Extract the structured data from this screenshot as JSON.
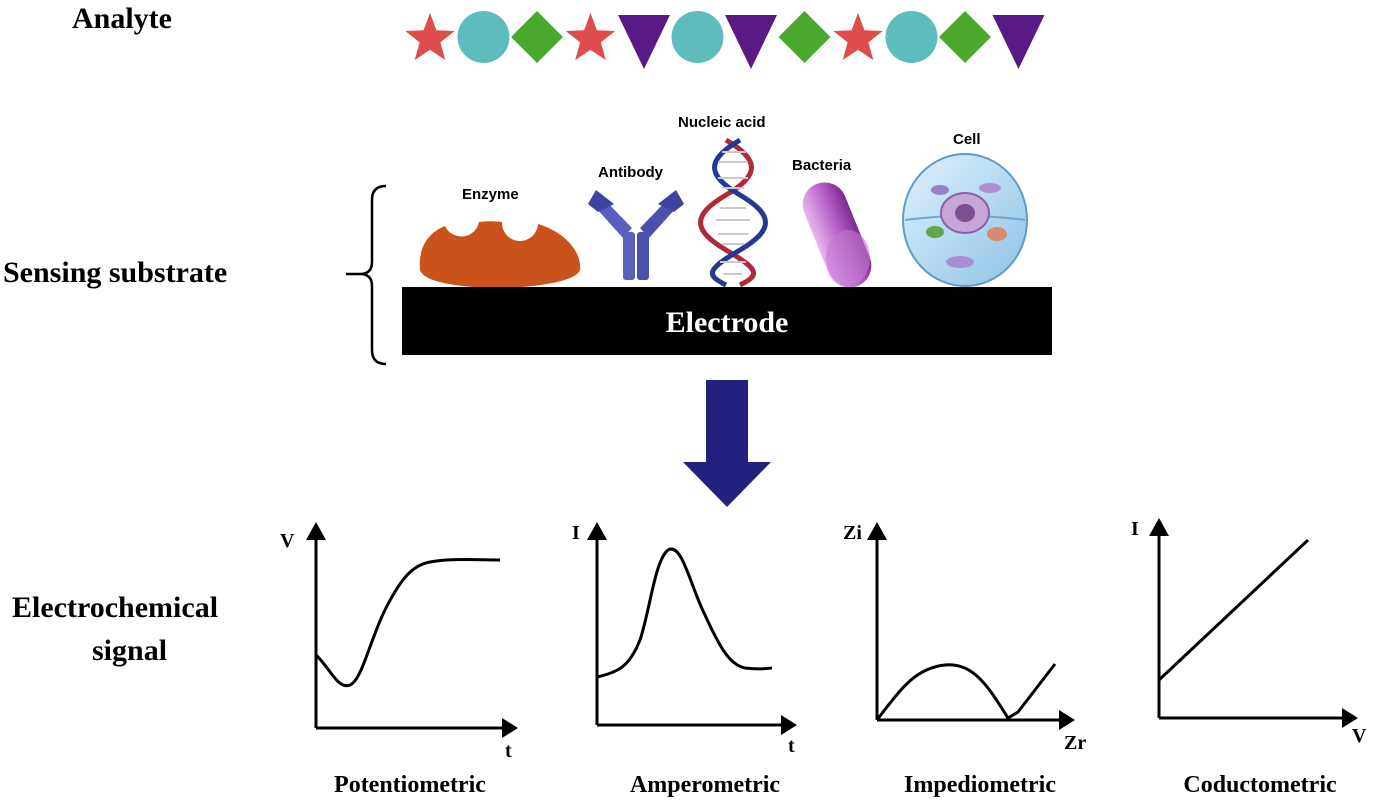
{
  "row_labels": {
    "analyte": "Analyte",
    "sensing_substrate": "Sensing substrate",
    "electrochemical_signal_line1": "Electrochemical",
    "electrochemical_signal_line2": "signal"
  },
  "electrode": {
    "label": "Electrode"
  },
  "bioreceptors": [
    {
      "label": "Enzyme"
    },
    {
      "label": "Antibody"
    },
    {
      "label": "Nucleic acid"
    },
    {
      "label": "Bacteria"
    },
    {
      "label": "Cell"
    }
  ],
  "analyte_shapes": [
    "star",
    "circle",
    "diamond",
    "star",
    "triangle",
    "circle",
    "triangle",
    "diamond",
    "star",
    "circle",
    "diamond",
    "triangle"
  ],
  "colors": {
    "star": "#e04b4b",
    "circle": "#5fbcbc",
    "diamond": "#4aa82e",
    "triangle": "#5a1a86",
    "enzyme": "#c9531b",
    "antibody": "#4b4fae",
    "bacteria": "#b35ac4",
    "arrow": "#232080",
    "electrode": "#000000"
  },
  "plots": [
    {
      "title": "Potentiometric",
      "y_label": "V",
      "x_label": "t"
    },
    {
      "title": "Amperometric",
      "y_label": "I",
      "x_label": "t"
    },
    {
      "title": "Impediometric",
      "y_label": "Zi",
      "x_label": "Zr"
    },
    {
      "title": "Coductometric",
      "y_label": "I",
      "x_label": "V"
    }
  ]
}
